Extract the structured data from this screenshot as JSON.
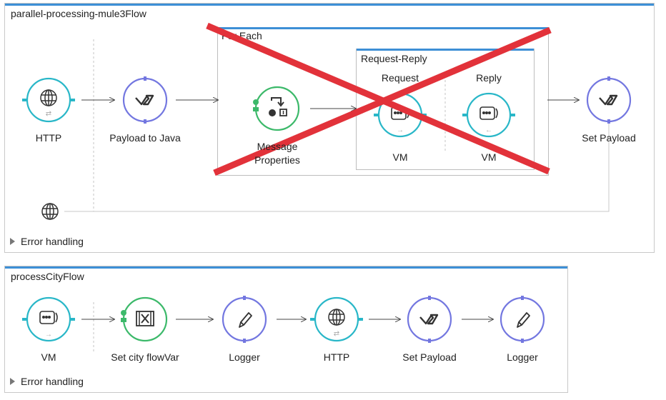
{
  "flow1": {
    "title": "parallel-processing-mule3Flow",
    "foreach_title": "For Each",
    "request_reply_title": "Request-Reply",
    "request_label": "Request",
    "reply_label": "Reply",
    "nodes": {
      "http": "HTTP",
      "payload_to_java": "Payload to Java",
      "message_properties_line1": "Message",
      "message_properties_line2": "Properties",
      "vm_request": "VM",
      "vm_reply": "VM",
      "set_payload": "Set Payload"
    },
    "error_handling": "Error handling"
  },
  "flow2": {
    "title": "processCityFlow",
    "nodes": {
      "vm": "VM",
      "set_city_flowvar": "Set city flowVar",
      "logger1": "Logger",
      "http": "HTTP",
      "set_payload": "Set Payload",
      "logger2": "Logger"
    },
    "error_handling": "Error handling"
  },
  "colors": {
    "source_teal": "#29b7c8",
    "transformer_purple": "#7377e0",
    "property_green": "#3cb96a",
    "accent_blue": "#3d8fd6",
    "cross_red": "#e2323a"
  },
  "icons": [
    "globe-icon",
    "transform-icon",
    "message-properties-icon",
    "vm-queue-icon",
    "pencil-icon",
    "expression-x-icon"
  ]
}
